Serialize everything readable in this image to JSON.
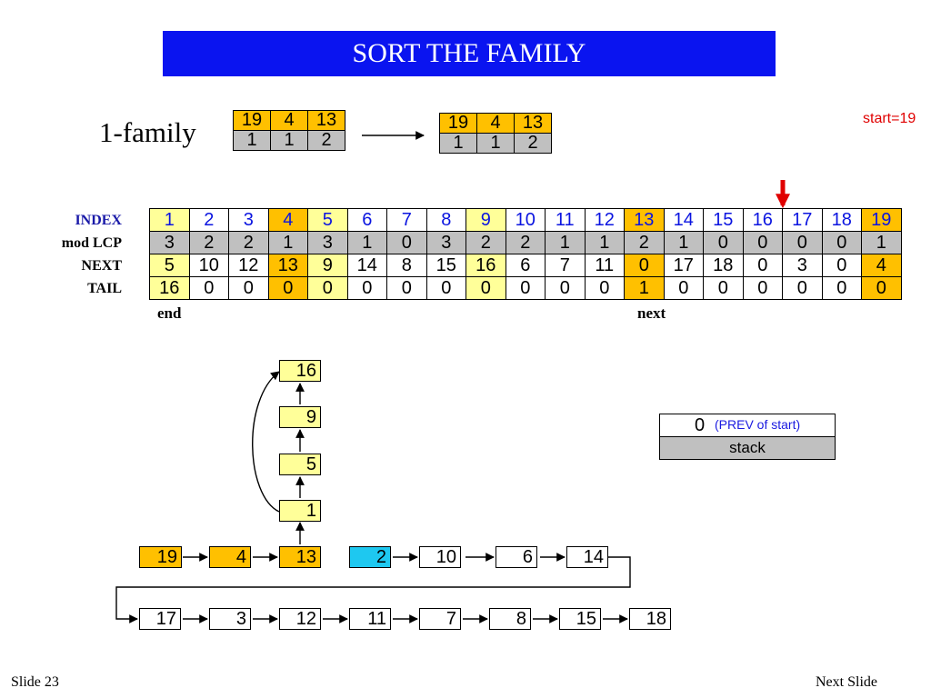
{
  "title": "SORT THE FAMILY",
  "family_label": "1-family",
  "start_label": "start=19",
  "family_left": {
    "top": [
      "19",
      "4",
      "13"
    ],
    "bottom": [
      "1",
      "1",
      "2"
    ]
  },
  "family_right": {
    "top": [
      "19",
      "4",
      "13"
    ],
    "bottom": [
      "1",
      "1",
      "2"
    ]
  },
  "row_labels": {
    "index": "INDEX",
    "mod_lcp": "mod LCP",
    "next": "NEXT",
    "tail": "TAIL"
  },
  "grid": {
    "index": [
      "1",
      "2",
      "3",
      "4",
      "5",
      "6",
      "7",
      "8",
      "9",
      "10",
      "11",
      "12",
      "13",
      "14",
      "15",
      "16",
      "17",
      "18",
      "19"
    ],
    "mod_lcp": [
      "3",
      "2",
      "2",
      "1",
      "3",
      "1",
      "0",
      "3",
      "2",
      "2",
      "1",
      "1",
      "2",
      "1",
      "0",
      "0",
      "0",
      "0",
      "1"
    ],
    "next": [
      "5",
      "10",
      "12",
      "13",
      "9",
      "14",
      "8",
      "15",
      "16",
      "6",
      "7",
      "11",
      "0",
      "17",
      "18",
      "0",
      "3",
      "0",
      "4"
    ],
    "tail": [
      "16",
      "0",
      "0",
      "0",
      "0",
      "0",
      "0",
      "0",
      "0",
      "0",
      "0",
      "0",
      "1",
      "0",
      "0",
      "0",
      "0",
      "0",
      "0"
    ],
    "index_colors": [
      "y",
      "w",
      "w",
      "o",
      "y",
      "w",
      "w",
      "w",
      "y",
      "w",
      "w",
      "w",
      "o",
      "w",
      "w",
      "w",
      "w",
      "w",
      "o"
    ],
    "next_colors": [
      "y",
      "w",
      "w",
      "o",
      "y",
      "w",
      "w",
      "w",
      "y",
      "w",
      "w",
      "w",
      "o",
      "w",
      "w",
      "w",
      "w",
      "w",
      "o"
    ],
    "tail_colors": [
      "y",
      "w",
      "w",
      "o",
      "y",
      "w",
      "w",
      "w",
      "y",
      "w",
      "w",
      "w",
      "o",
      "w",
      "w",
      "w",
      "w",
      "w",
      "o"
    ]
  },
  "marker_index": 16,
  "end_label": "end",
  "next_label": "next",
  "chain_vertical": [
    "16",
    "9",
    "5",
    "1"
  ],
  "row1": [
    "19",
    "4",
    "13",
    "2",
    "10",
    "6",
    "14"
  ],
  "row2": [
    "17",
    "3",
    "12",
    "11",
    "7",
    "8",
    "15",
    "18"
  ],
  "stack": {
    "value": "0",
    "note": "(PREV of start)",
    "label": "stack"
  },
  "footer": {
    "left": "Slide 23",
    "right": "Next Slide"
  }
}
